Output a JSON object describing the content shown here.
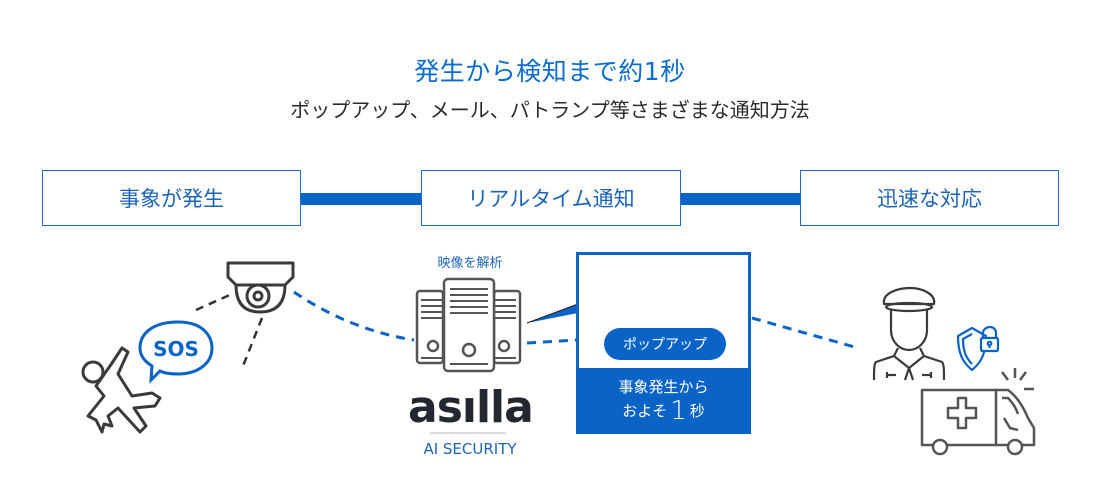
{
  "header": {
    "title": "発生から検知まで約1秒",
    "subtitle": "ポップアップ、メール、パトランプ等さまざまな通知方法"
  },
  "steps": [
    {
      "label": "事象が発生"
    },
    {
      "label": "リアルタイム通知"
    },
    {
      "label": "迅速な対応"
    }
  ],
  "event": {
    "sos_text": "SOS",
    "icons": [
      "falling-person-icon",
      "sos-speech-bubble-icon",
      "dome-camera-icon"
    ]
  },
  "analysis": {
    "label": "映像を解析",
    "brand": "asılla",
    "brand_sub": "AI SECURITY",
    "icon": "server-rack-icon"
  },
  "notification": {
    "popup_label": "ポップアップ",
    "time_line1": "事象発生から",
    "time_prefix": "およそ",
    "time_value": "1",
    "time_unit": "秒",
    "icon": "laptop-monitor-icon"
  },
  "response": {
    "icons": [
      "security-guard-icon",
      "shield-lock-icon",
      "ambulance-icon"
    ]
  },
  "colors": {
    "accent": "#0a64c8",
    "text_blue": "#1d64b8",
    "icon_gray": "#3a3a3a",
    "text_dark": "#2b2b2b"
  }
}
